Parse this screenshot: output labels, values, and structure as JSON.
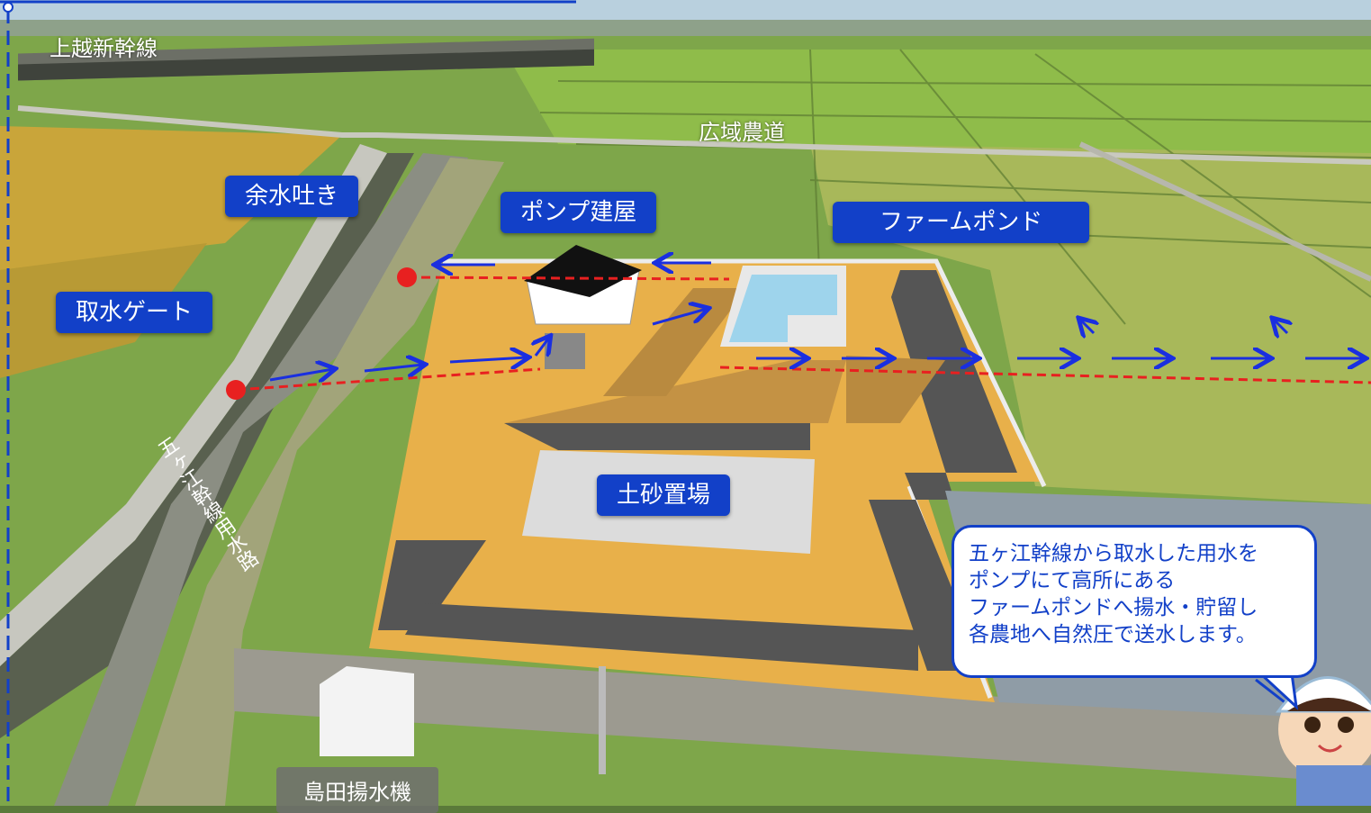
{
  "labels": {
    "shinkansen": "上越新幹線",
    "farm_road": "広域農道",
    "yosui_haki": "余水吐き",
    "pump_house": "ポンプ建屋",
    "farm_pond": "ファームポンド",
    "intake_gate": "取水ゲート",
    "soil_yard": "土砂置場",
    "canal": "五ヶ江幹線用水路",
    "shimada_pump": "島田揚水機"
  },
  "callout": {
    "lines": [
      "五ヶ江幹線から取水した用水を",
      "ポンプにて高所にある",
      "ファームポンドへ揚水・貯留し",
      "各農地へ自然圧で送水します。"
    ]
  },
  "colors": {
    "label_bg": "#1240c8",
    "arrow": "#1a2fe0",
    "pipe": "#e82020",
    "site_fill": "#e8b04a"
  }
}
